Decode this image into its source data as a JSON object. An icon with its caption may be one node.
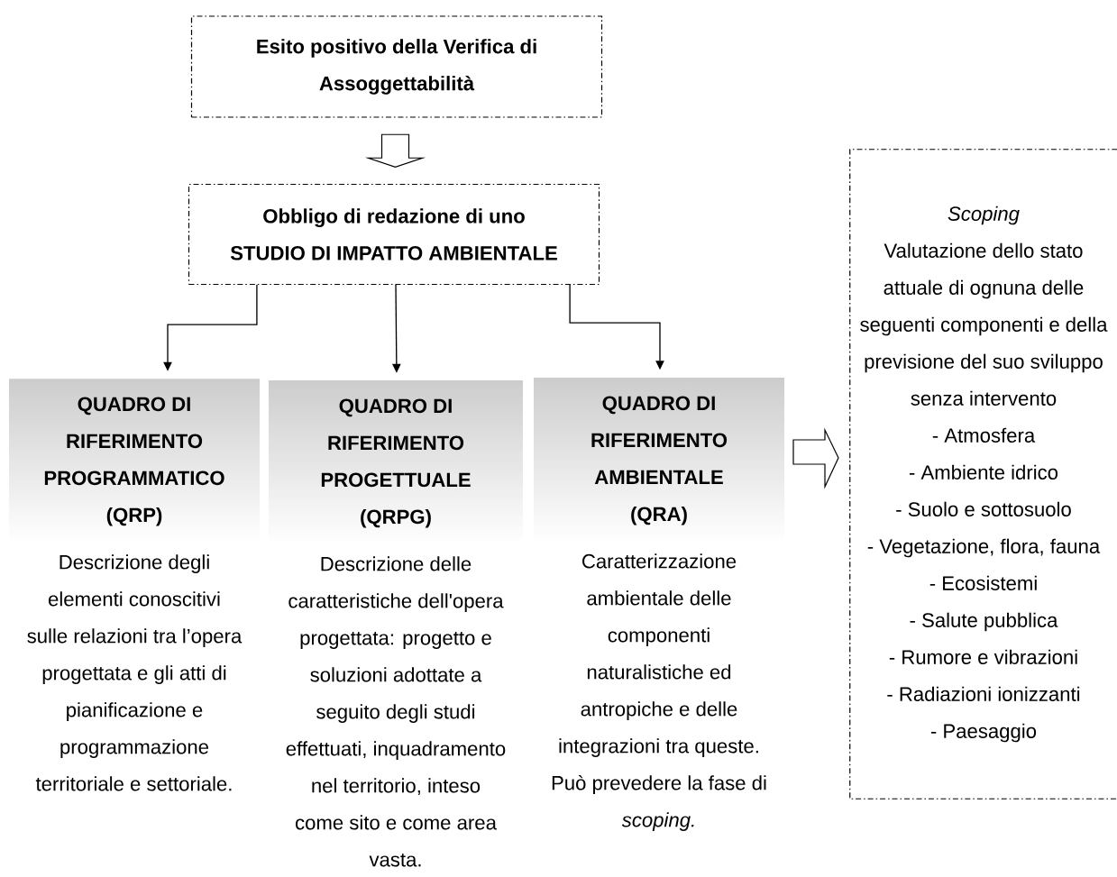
{
  "diagram": {
    "nodes": [
      {
        "text": [
          "Esito positivo della Verifica di Assoggettabilità"
        ]
      },
      {
        "text": [
          "Obbligo di redazione di uno",
          "STUDIO DI IMPATTO AMBIENTALE"
        ]
      },
      {
        "text": [
          "QUADRO DI RIFERIMENTO PROGRAMMATICO (QRP)"
        ],
        "beside": [
          "Descrizione degli elementi conoscitivi sulle relazioni tra l’opera progettata e gli atti di pianificazione e programmazione territoriale e settoriale."
        ]
      },
      {
        "text": [
          "QUADRO DI RIFERIMENTO PROGETTUALE (QRPG)"
        ],
        "beside": [
          "Descrizione delle caratteristiche dell'opera progettata: progetto e soluzioni adottate a seguito degli studi effettuati, inquadramento nel territorio, inteso come sito e come area vasta."
        ]
      },
      {
        "text": [
          "QUADRO DI RIFERIMENTO AMBIENTALE (QRA)"
        ],
        "beside": [
          "Caratterizzazione ambientale delle componenti naturalistiche ed antropiche e delle integrazioni tra queste. Può prevedere la fase di *scoping.*"
        ]
      },
      {
        "text": [
          "Scoping",
          "Valutazione dello stato attuale di ognuna delle seguenti componenti e della previsione del suo sviluppo senza intervento",
          "- Atmosfera",
          "- Ambiente idrico",
          "- Suolo e sottosuolo",
          "- Vegetazione, flora, fauna",
          "- Ecosistemi",
          "- Salute pubblica",
          "- Rumore e vibrazioni",
          "- Radiazioni ionizzanti",
          "- Paesaggio"
        ]
      }
    ],
    "edges": [
      {
        "from": 0,
        "to": 1,
        "arrow": "to"
      },
      {
        "from": 1,
        "to": 2,
        "arrow": "to"
      },
      {
        "from": 1,
        "to": 3,
        "arrow": "to"
      },
      {
        "from": 1,
        "to": 4,
        "arrow": "to"
      },
      {
        "from": 4,
        "to": 5,
        "arrow": "to"
      }
    ]
  }
}
